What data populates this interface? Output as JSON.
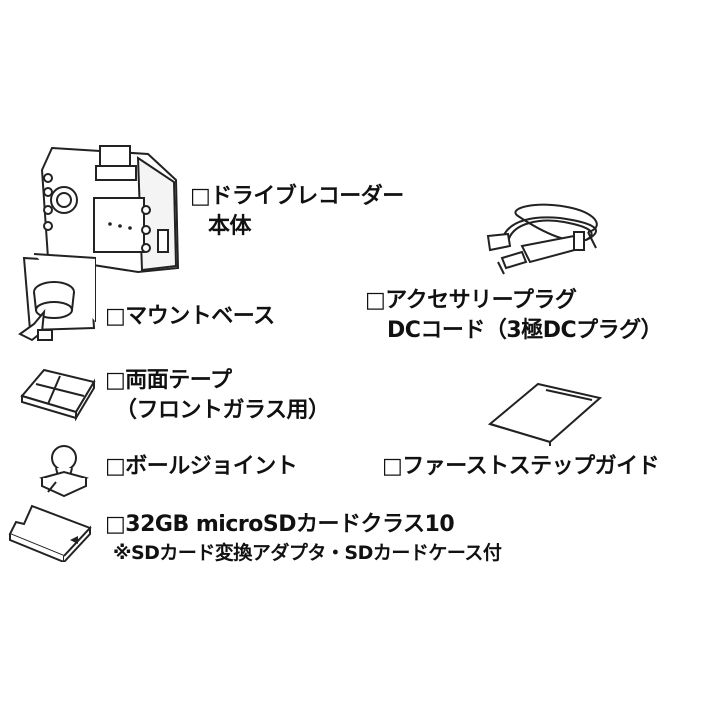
{
  "items": {
    "recorder": {
      "line1": "□ドライブレコーダー",
      "line2": "本体"
    },
    "mount": {
      "line1": "□マウントベース"
    },
    "plug": {
      "line1": "□アクセサリープラグ",
      "line2": "DCコード（3極DCプラグ）"
    },
    "tape": {
      "line1": "□両面テープ",
      "line2": "（フロントガラス用）"
    },
    "joint": {
      "line1": "□ボールジョイント"
    },
    "guide": {
      "line1": "□ファーストステップガイド"
    },
    "sdcard": {
      "line1": "□32GB microSDカードクラス10",
      "line2": "※SDカード変換アダプタ・SDカードケース付"
    }
  },
  "icons": [
    "dashcam-icon",
    "mount-base-icon",
    "cable-icon",
    "tape-icon",
    "ball-joint-icon",
    "guide-booklet-icon",
    "sd-card-icon"
  ]
}
